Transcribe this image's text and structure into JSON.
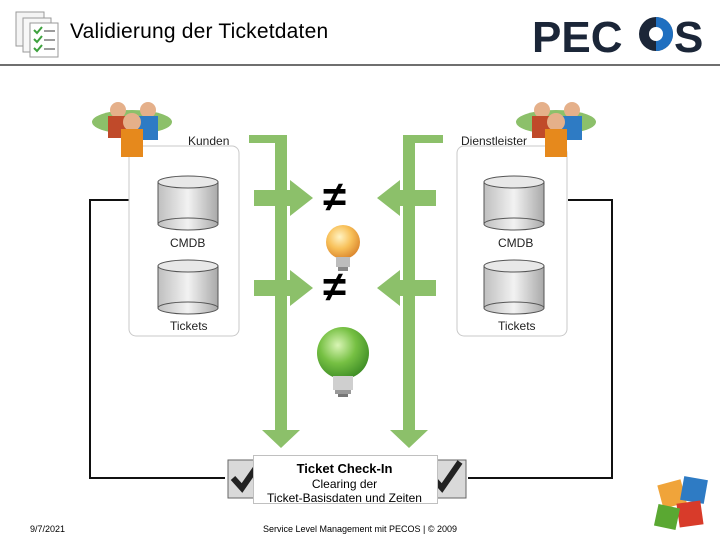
{
  "header": {
    "title": "Validierung der Ticketdaten",
    "logo_text": "PECOS"
  },
  "customer": {
    "label": "Kunden",
    "cmdb_label": "CMDB",
    "tickets_label": "Tickets"
  },
  "provider": {
    "label": "Dienstleister",
    "cmdb_label": "CMDB",
    "tickets_label": "Tickets"
  },
  "compare": {
    "symbol": "≠"
  },
  "checkin": {
    "title": "Ticket Check-In",
    "subtitle_line1": "Clearing der",
    "subtitle_line2": "Ticket-Basisdaten und Zeiten"
  },
  "footer": {
    "date": "9/7/2021",
    "center": "Service Level Management mit PECOS | © 2009"
  },
  "colors": {
    "green_arrow": "#8cc06a",
    "dark_blue": "#1b2638",
    "logo_blue": "#1f6fc0",
    "bulb_orange": "#f0a43a",
    "bulb_green": "#5aa832"
  }
}
